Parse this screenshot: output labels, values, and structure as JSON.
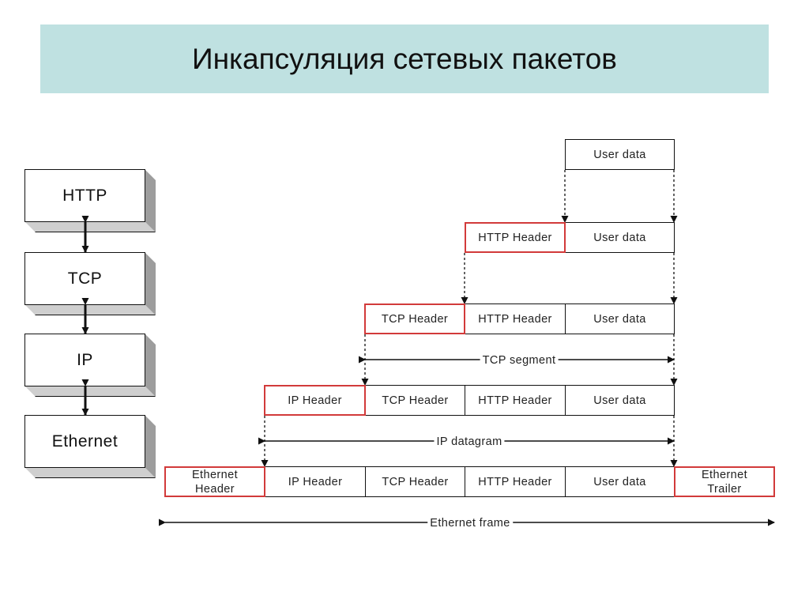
{
  "title": "Инкапсуляция сетевых пакетов",
  "stack": [
    "HTTP",
    "TCP",
    "IP",
    "Ethernet"
  ],
  "packet_labels": {
    "user_data": "User data",
    "http_header": "HTTP Header",
    "tcp_header": "TCP Header",
    "ip_header": "IP Header",
    "eth_header": "Ethernet Header",
    "eth_trailer": "Ethernet Trailer"
  },
  "spans": {
    "tcp_segment": "TCP segment",
    "ip_datagram": "IP datagram",
    "ethernet_frame": "Ethernet frame"
  },
  "colors": {
    "title_band": "#bfe1e1",
    "header_outline": "#d23a3a"
  }
}
